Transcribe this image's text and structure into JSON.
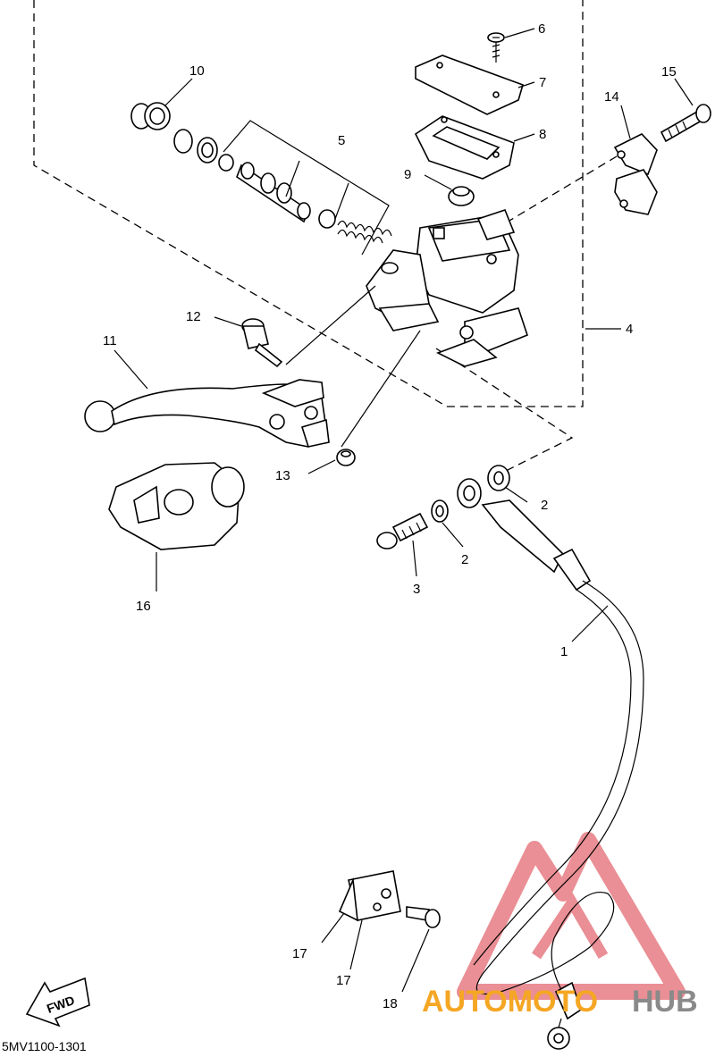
{
  "diagram": {
    "code": "5MV1100-1301",
    "fwd_label": "FWD",
    "callouts": [
      "1",
      "2",
      "2",
      "3",
      "4",
      "5",
      "6",
      "7",
      "8",
      "9",
      "10",
      "11",
      "12",
      "13",
      "14",
      "15",
      "16",
      "17",
      "17",
      "18"
    ]
  },
  "watermark": {
    "text_orange": "AUTOMOTO",
    "text_gray": "HUB",
    "colors": {
      "triangle": "#e8838a",
      "orange": "#f5a623",
      "gray": "#8a8a8a"
    }
  }
}
